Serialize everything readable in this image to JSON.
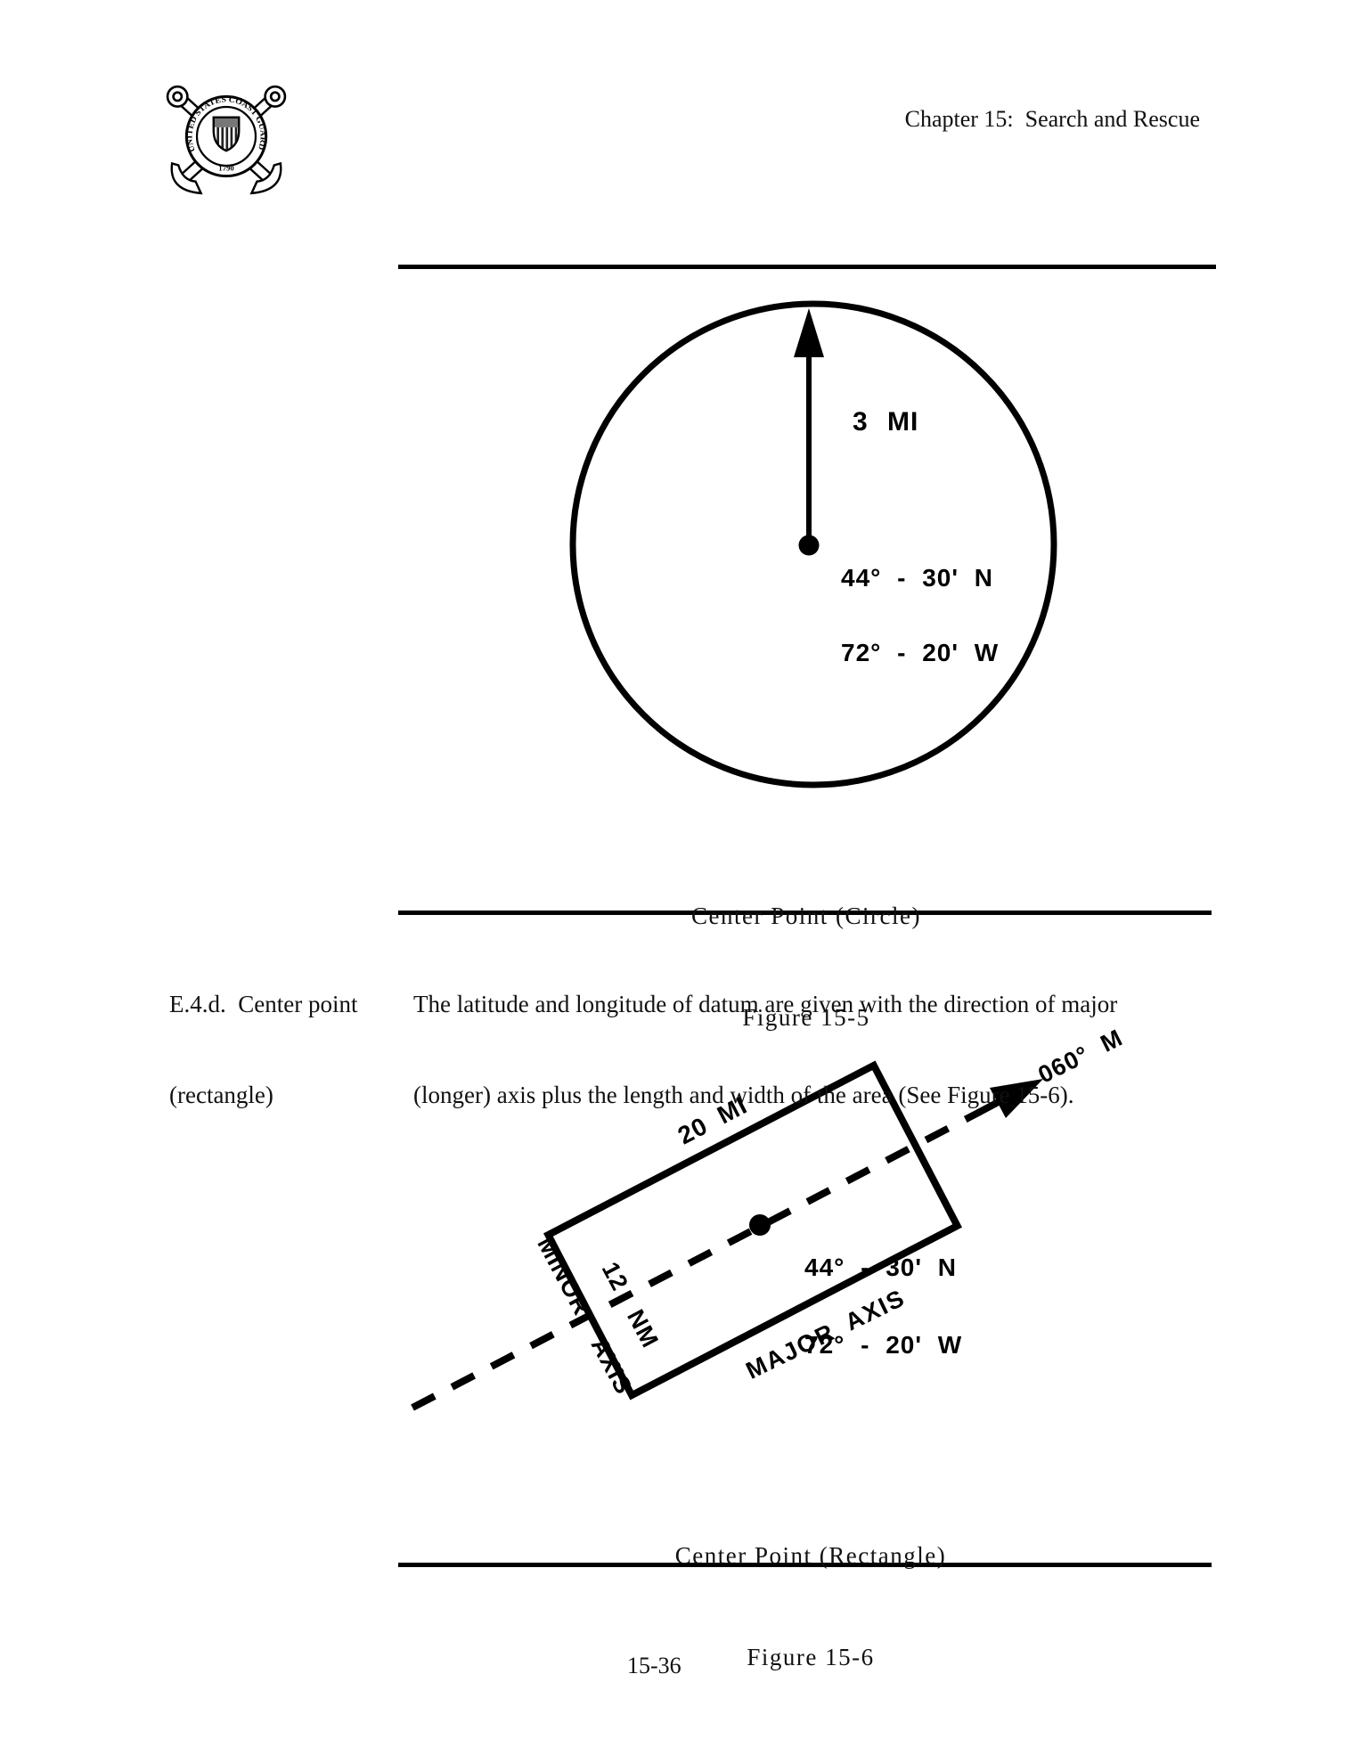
{
  "page": {
    "header": "Chapter 15:  Search and Rescue",
    "page_number": "15-36"
  },
  "logo": {
    "ring_text": "UNITED STATES COAST GUARD",
    "year": "1790"
  },
  "figure_circle": {
    "radius_label": "3 MI",
    "lat": "44° - 30' N",
    "lon": "72° - 20' W",
    "caption_line1": "Center Point (Circle)",
    "caption_line2": "Figure 15-5"
  },
  "section": {
    "label_line1": "E.4.d.  Center point",
    "label_line2": "(rectangle)",
    "body_line1": "The latitude and longitude of datum are given with the direction of major",
    "body_line2": "(longer) axis plus the length and width of the area (See Figure 15-6)."
  },
  "figure_rect": {
    "length_label": "20 MI",
    "bearing_label": "060° M",
    "lat": "44° - 30' N",
    "lon": "72° - 20' W",
    "minor_axis_label": "MINOR AXIS",
    "width_label": "12 NM",
    "major_axis_label": "MAJOR AXIS",
    "caption_line1": "Center Point (Rectangle)",
    "caption_line2": "Figure 15-6"
  },
  "colors": {
    "ink": "#000000",
    "shield_chief": "#777777"
  }
}
